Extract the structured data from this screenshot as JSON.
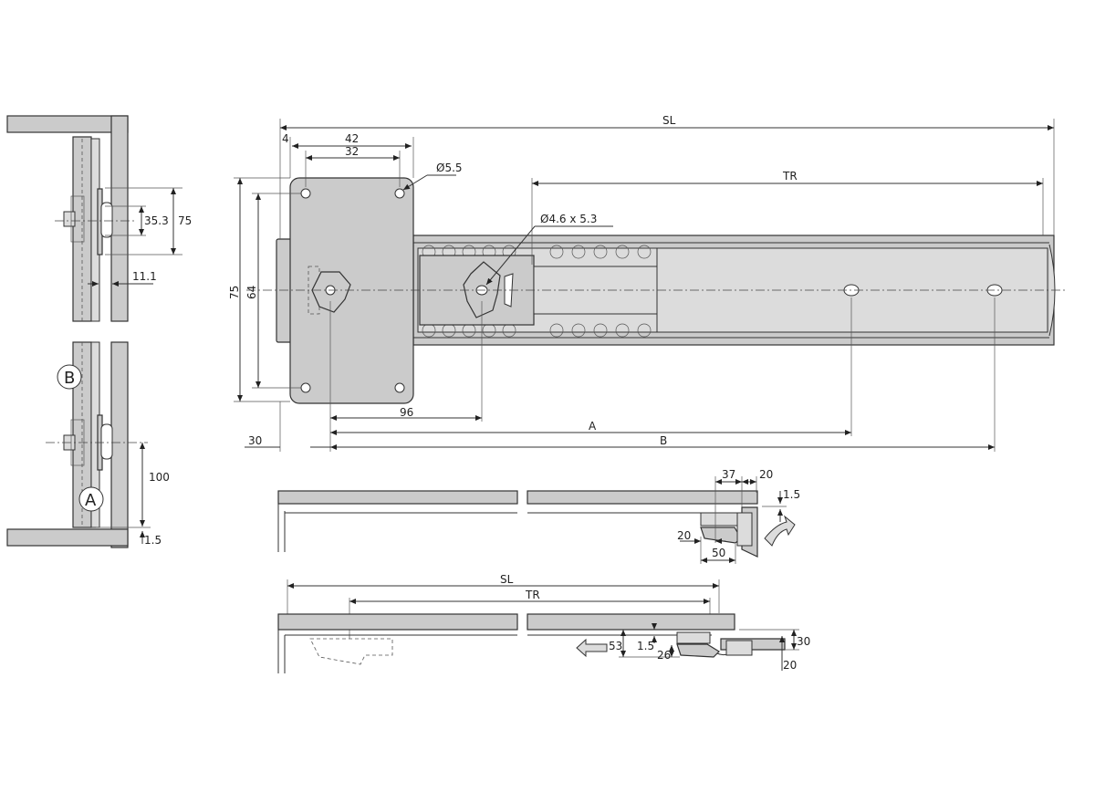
{
  "top_view": {
    "sl": "SL",
    "four": "4",
    "d42": "42",
    "d32": "32",
    "hole_dia": "Ø5.5",
    "tr": "TR",
    "slot": "Ø4.6 x 5.3",
    "h75": "75",
    "h64": "64",
    "d96": "96",
    "a": "A",
    "b": "B",
    "d30": "30"
  },
  "side_view": {
    "d35_3": "35.3",
    "d75": "75",
    "d11_1": "11.1",
    "label_b": "B",
    "label_a": "A",
    "d100": "100",
    "d1_5": "1.5"
  },
  "closed_view": {
    "d37": "37",
    "d20_top": "20",
    "d1_5": "1.5",
    "d20_left": "20",
    "d50": "50"
  },
  "open_view": {
    "sl": "SL",
    "tr": "TR",
    "d53": "53",
    "d1_5": "1.5",
    "d26": "26",
    "d30": "30",
    "d20": "20"
  },
  "colors": {
    "part_fill": "#cbcbcb",
    "line": "#333333"
  }
}
